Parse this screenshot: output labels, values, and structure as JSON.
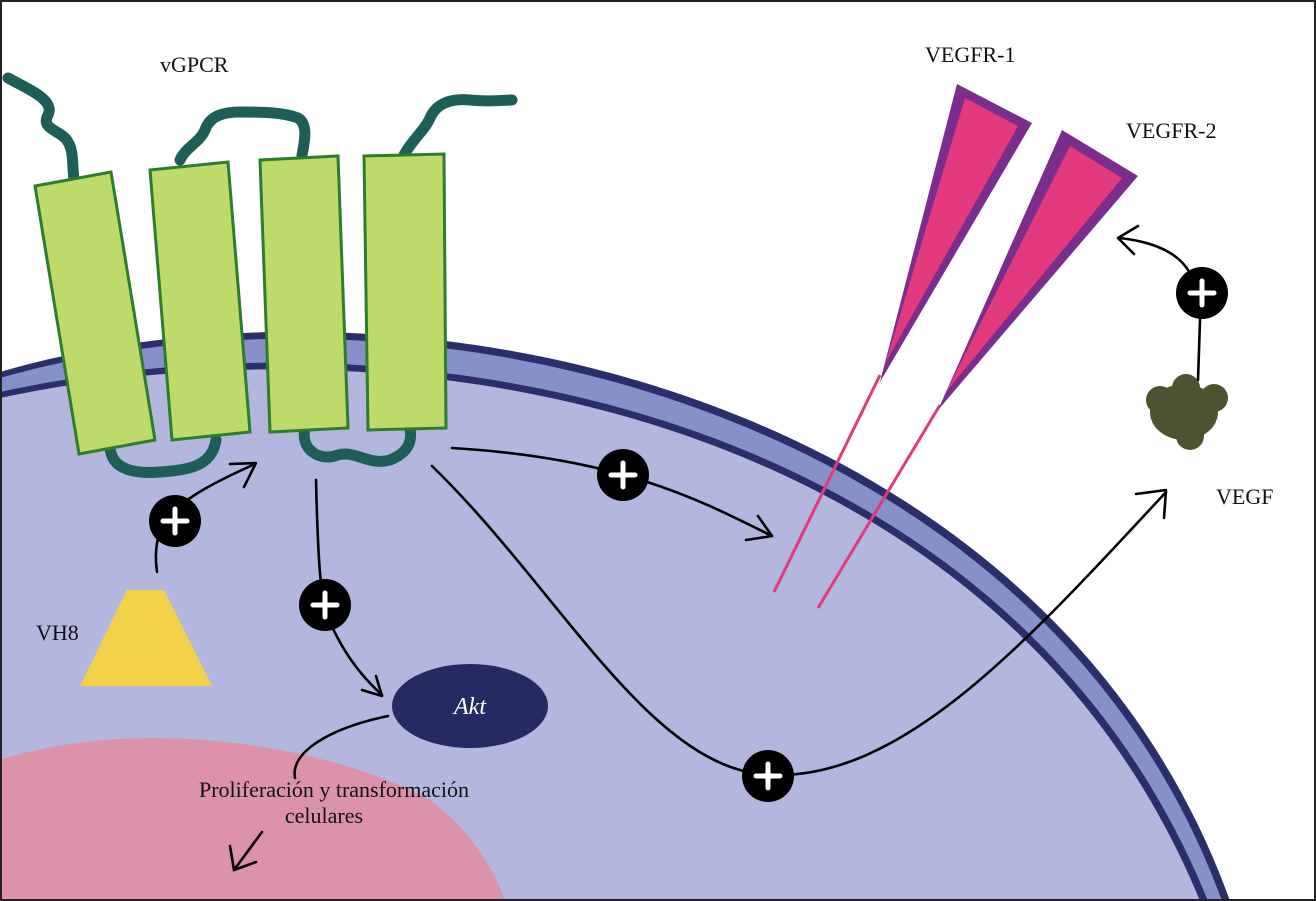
{
  "labels": {
    "vgpcr": "vGPCR",
    "vegfr1": "VEGFR-1",
    "vegfr2": "VEGFR-2",
    "vegf": "VEGF",
    "vh8": "VH8",
    "akt": "Akt",
    "proliferation_line1": "Proliferación y transformación",
    "proliferation_line2": "celulares"
  },
  "colors": {
    "cytoplasm": "#b3b7dd",
    "membrane_outer": "#2a2f6b",
    "membrane_band": "#8690c9",
    "nucleus": "#dc93aa",
    "helix_fill": "#bcdb6a",
    "helix_stroke": "#2e7d2e",
    "loop": "#1f5e57",
    "receptor_outer": "#7b2d8e",
    "receptor_inner": "#e23a7c",
    "receptor_stalk": "#e23a7c",
    "vegf": "#4d5230",
    "vh8": "#f3d24a",
    "akt": "#252a63"
  },
  "icons": [
    "plus-icon",
    "arrow-icon"
  ]
}
